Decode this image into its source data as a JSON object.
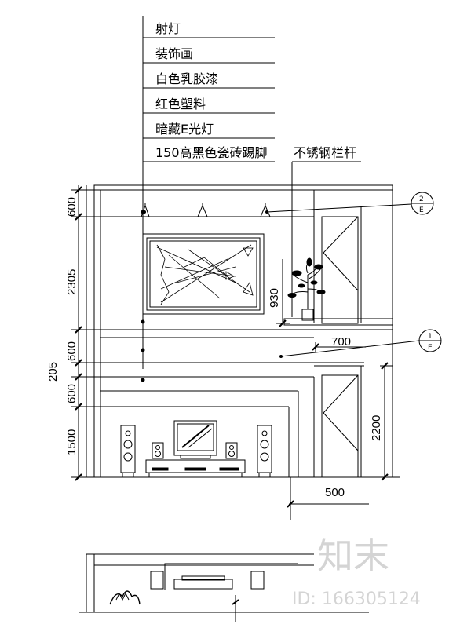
{
  "labels": [
    "射灯",
    "装饰画",
    "白色乳胶漆",
    "红色塑料",
    "暗藏E光灯",
    "150高黑色瓷砖踢脚"
  ],
  "rail_label": "不锈钢栏杆",
  "dimensions": {
    "d600_top": "600",
    "d2305": "2305",
    "d930": "930",
    "d600_mid": "600",
    "d205": "205",
    "d600_low": "600",
    "d1500": "1500",
    "d700": "700",
    "d2200": "2200",
    "d500": "500"
  },
  "callouts": {
    "c1_top": "2",
    "c1_bottom": "E",
    "c2_top": "1",
    "c2_bottom": "E"
  },
  "watermark": {
    "logo": "知末",
    "id": "ID: 166305124"
  }
}
